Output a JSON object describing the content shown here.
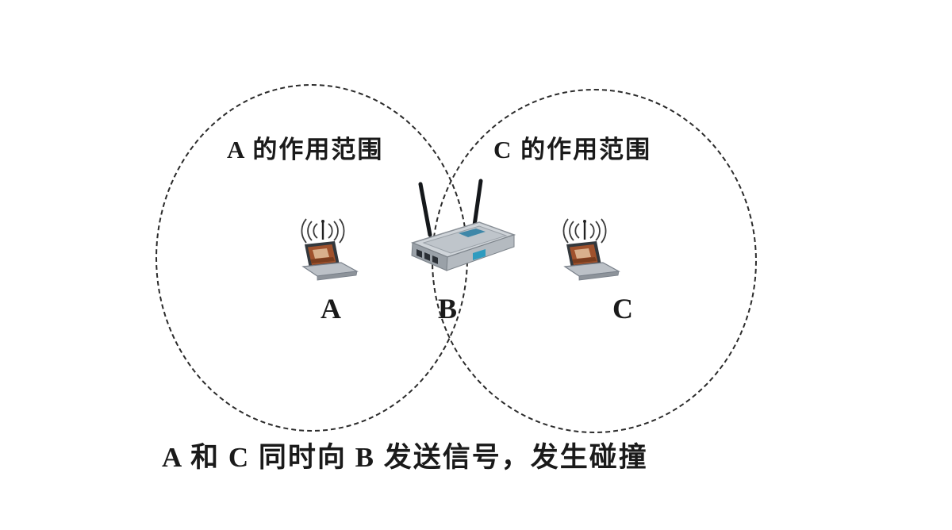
{
  "diagram": {
    "left_range_label": "A 的作用范围",
    "right_range_label": "C 的作用范围",
    "device_a_label": "A",
    "device_b_label": "B",
    "device_c_label": "C",
    "caption": "A 和 C 同时向 B 发送信号，发生碰撞",
    "colors": {
      "circle_stroke": "#2b2b2b",
      "router_body": "#cfd4d9",
      "router_accent_blue": "#2e9bbf",
      "laptop_screen": "#a0522d"
    }
  }
}
